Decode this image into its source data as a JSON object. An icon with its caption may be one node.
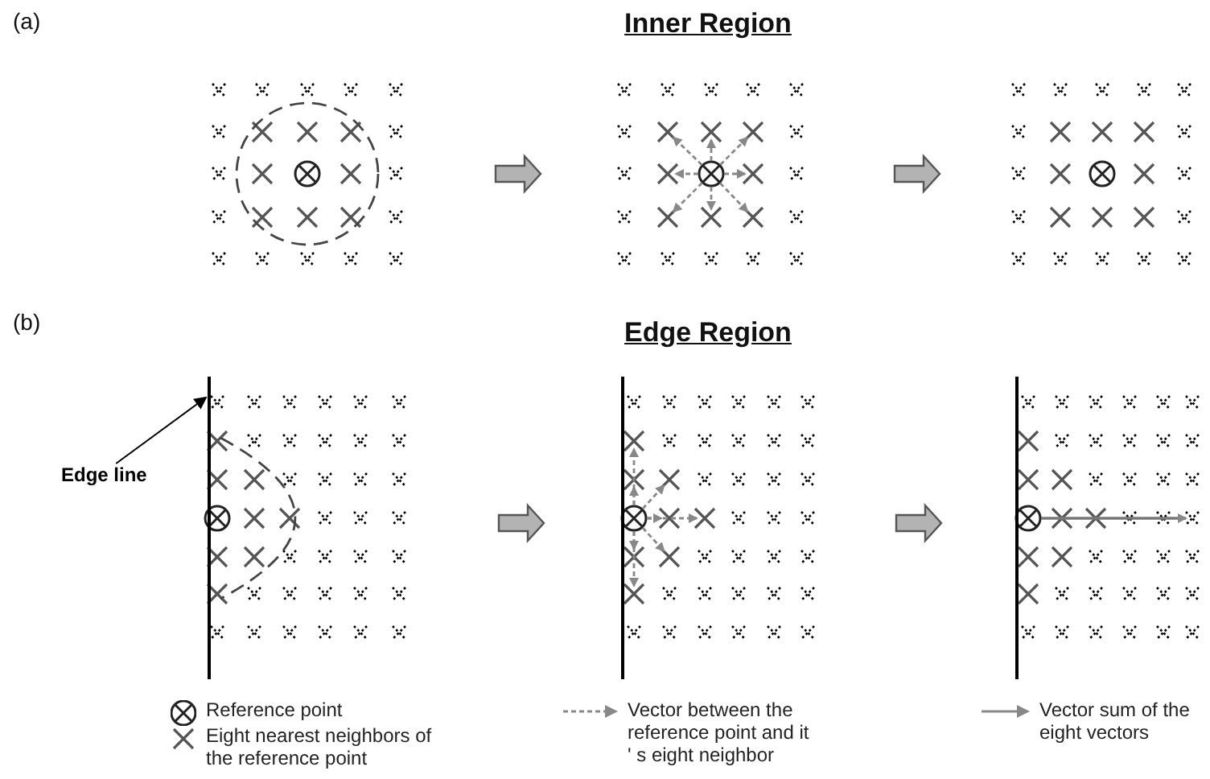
{
  "diagram": {
    "nodes": [
      {
        "text": [
          "Edge line"
        ]
      },
      {
        "text": [],
        "shape": "line"
      }
    ],
    "edges": [
      {
        "from": 0,
        "to": 1,
        "arrow": "to"
      }
    ],
    "labels": [
      "(a)",
      "Inner Region",
      "(b)",
      "Edge Region"
    ],
    "legend": [
      {
        "text": "Reference point"
      },
      {
        "text": "Eight nearest neighbors of the reference point"
      },
      {
        "text": "Vector between the reference point and it ' s eight neighbor"
      },
      {
        "text": "Vector sum of the eight vectors"
      }
    ]
  }
}
